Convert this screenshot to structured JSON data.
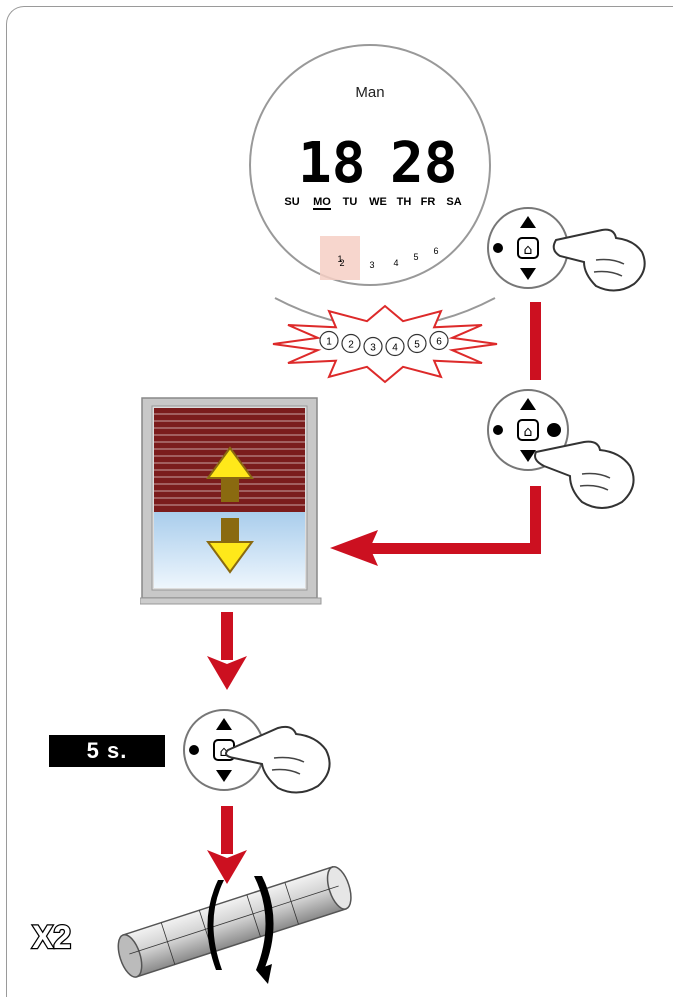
{
  "display": {
    "mode": "Man",
    "hours": "18",
    "minutes": "28",
    "days": [
      "SU",
      "MO",
      "TU",
      "WE",
      "TH",
      "FR",
      "SA"
    ],
    "selected_day": "MO",
    "channels": [
      "1",
      "2",
      "3",
      "4",
      "5",
      "6"
    ],
    "blink_channels": [
      "1",
      "2",
      "3",
      "4",
      "5",
      "6"
    ]
  },
  "remote": {
    "home_symbol": "⌂"
  },
  "hold": {
    "duration": "5 s."
  },
  "repeat": {
    "label": "X2"
  },
  "colors": {
    "arrow_red": "#cc1020",
    "shutter_red": "#7b1c1c",
    "window_blue": "#bcd8f0",
    "arrow_yellow": "#ffe81a",
    "arrow_brown": "#8a6a10"
  }
}
